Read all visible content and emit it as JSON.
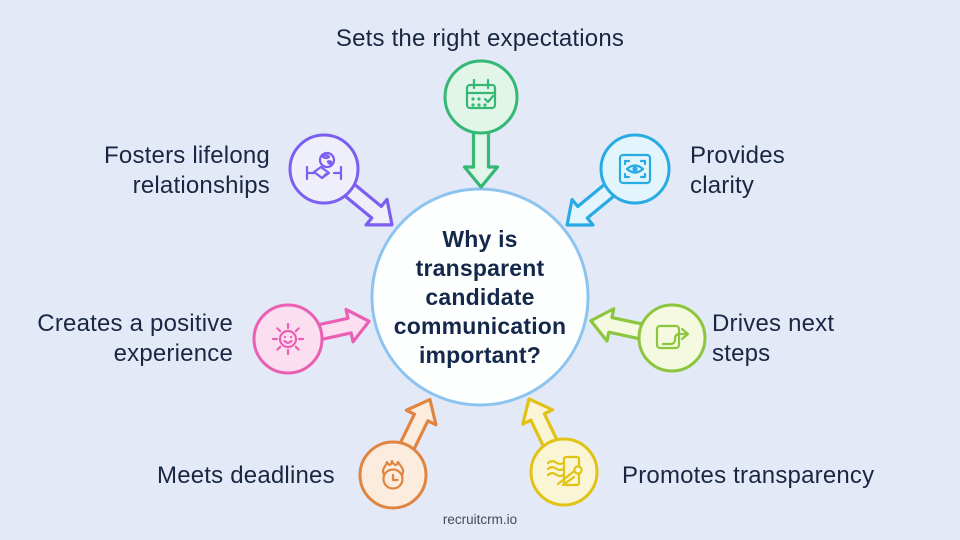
{
  "page": {
    "background": "#e4e9f8",
    "footer": "recruitcrm.io",
    "footer_color": "#454b57"
  },
  "label_color": "#1a2742",
  "center": {
    "question": "Why is transparent candidate communication important?",
    "fill": "#fdfefe",
    "border": "#8cc4ef",
    "text_color": "#14284b"
  },
  "nodes": {
    "expectations": {
      "label": "Sets the right expectations",
      "icon": "calendar-check-icon",
      "color": "#34b873",
      "fill": "#e1f5e9"
    },
    "clarity": {
      "label": "Provides clarity",
      "icon": "eye-scan-icon",
      "color": "#28abe2",
      "fill": "#e2f4fc"
    },
    "next_steps": {
      "label": "Drives next steps",
      "icon": "redirect-arrow-icon",
      "color": "#8cc63f",
      "fill": "#f4f9df"
    },
    "transparency": {
      "label": "Promotes transparency",
      "icon": "open-door-breeze-icon",
      "color": "#e0c314",
      "fill": "#faf5d4"
    },
    "deadlines": {
      "label": "Meets deadlines",
      "icon": "burning-clock-icon",
      "color": "#df8541",
      "fill": "#fcecdd"
    },
    "experience": {
      "label": "Creates a positive experience",
      "icon": "smiling-sun-icon",
      "color": "#ea5fb1",
      "fill": "#fbdff0"
    },
    "relationships": {
      "label": "Fosters lifelong relationships",
      "icon": "handshake-globe-icon",
      "color": "#7c5ff0",
      "fill": "#efeefb"
    }
  }
}
